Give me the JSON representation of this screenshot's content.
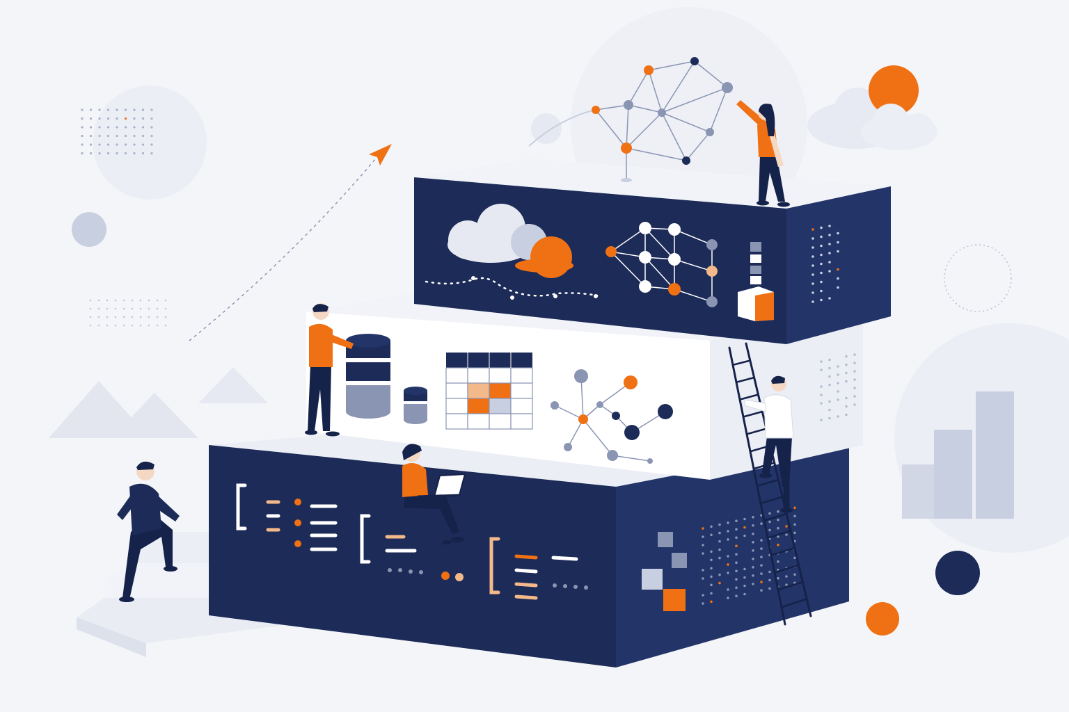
{
  "palette": {
    "navy": "#1c2b57",
    "navy_dark": "#15224a",
    "navy_side": "#223468",
    "orange": "#f07014",
    "peach": "#f4b98a",
    "slate": "#8a95b3",
    "light_slate": "#c8cfe0",
    "pale": "#eceef5",
    "white": "#ffffff",
    "background": "#f4f5f9"
  },
  "icons": [
    "cloud-icon",
    "database-icon",
    "calendar-grid-icon",
    "network-graph-icon",
    "node-mesh-icon",
    "paper-plane-icon",
    "code-bracket-icon",
    "cube-stack-icon",
    "bar-chart-icon",
    "ladder-icon",
    "laptop-icon",
    "stairs-icon"
  ],
  "figures": [
    "person-climbing-stairs",
    "person-stacking-database",
    "person-with-laptop",
    "person-on-ladder",
    "person-building-network"
  ],
  "calendar": {
    "rows": 4,
    "cols": 4,
    "highlight_cells": [
      [
        1,
        1,
        "peach"
      ],
      [
        1,
        2,
        "orange"
      ],
      [
        2,
        1,
        "orange"
      ],
      [
        2,
        2,
        "light_slate"
      ]
    ]
  },
  "bar_chart_levels": [
    0.38,
    0.68,
    1.0
  ]
}
